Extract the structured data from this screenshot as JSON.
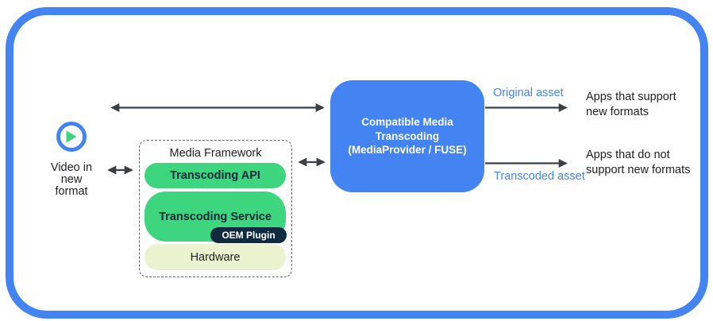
{
  "colors": {
    "accent_blue": "#4483F2",
    "flow_label_blue": "#4285F4",
    "pill_green": "#3DD57E",
    "oem_navy": "#102A40",
    "hardware_cream": "#EBF2CF",
    "arrow_gray": "#3C4043",
    "text_dark": "#202124"
  },
  "icons": {
    "play": "play-icon"
  },
  "source": {
    "label": "Video in\nnew\nformat"
  },
  "framework": {
    "title": "Media Framework",
    "layers": [
      {
        "id": "transcoding-api",
        "label": "Transcoding API"
      },
      {
        "id": "transcoding-service",
        "label": "Transcoding Service"
      },
      {
        "id": "oem-plugin",
        "label": "OEM Plugin"
      },
      {
        "id": "hardware",
        "label": "Hardware"
      }
    ]
  },
  "transcoder": {
    "label": "Compatible Media\nTranscoding\n(MediaProvider / FUSE)"
  },
  "outputs": [
    {
      "flow_label": "Original asset",
      "target": "Apps that support\nnew formats"
    },
    {
      "flow_label": "Transcoded asset",
      "target": "Apps that do not\nsupport new formats"
    }
  ]
}
